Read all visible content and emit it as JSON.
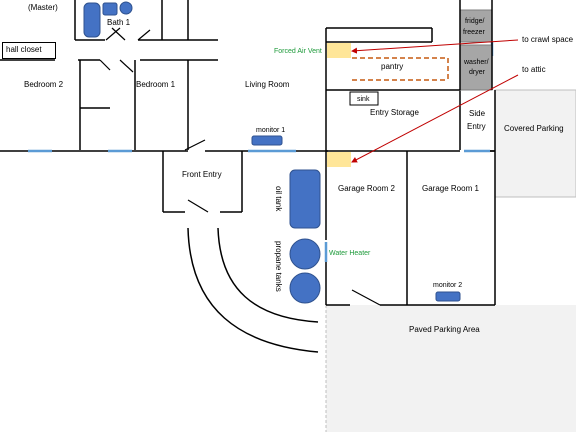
{
  "rooms": {
    "master": "(Master)",
    "bath1": "Bath 1",
    "hall_closet": "hall closet",
    "bedroom2": "Bedroom 2",
    "bedroom1": "Bedroom 1",
    "living_room": "Living Room",
    "front_entry": "Front Entry",
    "pantry": "pantry",
    "sink": "sink",
    "entry_storage": "Entry Storage",
    "side_entry_line1": "Side",
    "side_entry_line2": "Entry",
    "covered_parking": "Covered Parking",
    "garage_room2": "Garage Room 2",
    "garage_room1": "Garage Room 1",
    "paved_parking": "Paved Parking Area"
  },
  "appliances": {
    "fridge_line1": "fridge/",
    "fridge_line2": "freezer",
    "washer_line1": "washer/",
    "washer_line2": "dryer",
    "oil_tank": "oil tank",
    "propane_tanks": "propane tanks",
    "water_heater": "Water Heater",
    "forced_air_vent": "Forced Air Vent",
    "monitor1": "monitor 1",
    "monitor2": "monitor 2"
  },
  "annotations": {
    "to_crawl_space": "to crawl space",
    "to_attic": "to attic"
  },
  "colors": {
    "wall": "#000000",
    "fixture_fill": "#4472c4",
    "fixture_stroke": "#2f528f",
    "window": "#5b9bd5",
    "vent_highlight": "#ffe699",
    "appliance_fill": "#a6a6a6",
    "gray_area": "#f2f2f2",
    "gray_line": "#bfbfbf",
    "arrow": "#c00000",
    "pantry_dash": "#c55a11",
    "green_text": "#1d9a3a"
  }
}
